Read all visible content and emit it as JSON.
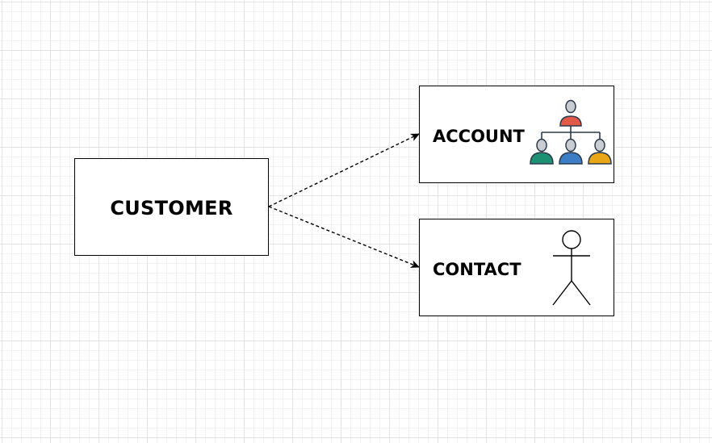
{
  "diagram": {
    "nodes": {
      "customer": {
        "label": "CUSTOMER"
      },
      "account": {
        "label": "ACCOUNT",
        "icon": "org-chart-icon"
      },
      "contact": {
        "label": "CONTACT",
        "icon": "stick-figure-actor-icon"
      }
    },
    "edges": [
      {
        "from": "customer",
        "to": "account",
        "style": "dashed",
        "arrow": "classic"
      },
      {
        "from": "customer",
        "to": "contact",
        "style": "dashed",
        "arrow": "classic"
      }
    ],
    "colors": {
      "stroke": "#000000",
      "person_top": "#e05a47",
      "person_green": "#1d8f72",
      "person_blue": "#3b7ec6",
      "person_yellow": "#e9a616",
      "person_head": "#c9ccd1",
      "person_outline": "#2b3a4a"
    }
  }
}
